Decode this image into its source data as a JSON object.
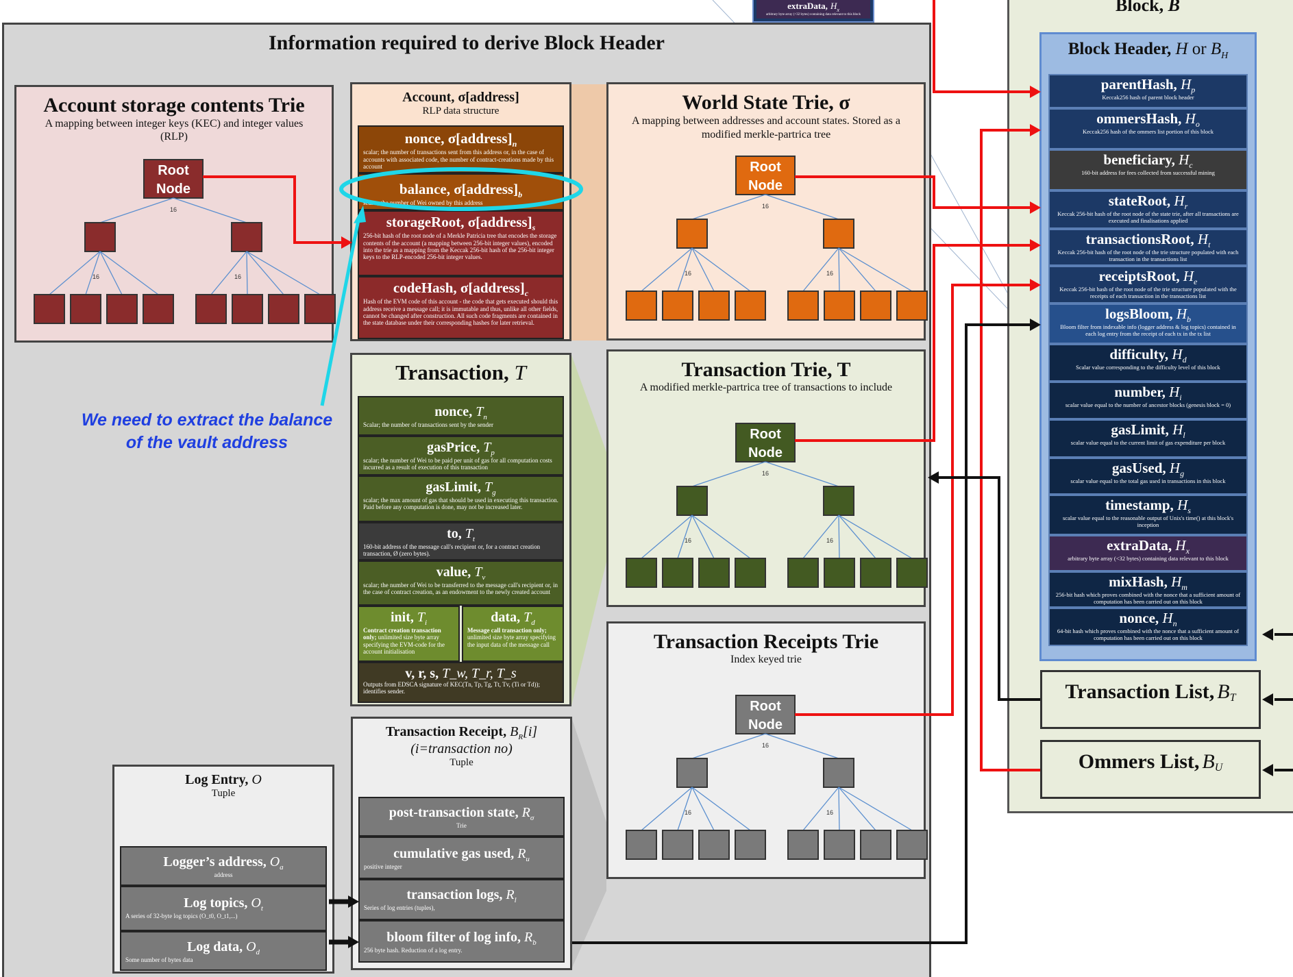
{
  "main_title": "Information required to derive Block Header",
  "storage_trie": {
    "title": "Account storage contents Trie",
    "subtitle": "A mapping between integer keys (KEC) and integer values (RLP)",
    "root_line1": "Root",
    "root_line2": "Node",
    "fan": "16"
  },
  "account": {
    "title": "Account, σ[address]",
    "subtitle": "RLP data structure",
    "fields": [
      {
        "name": "nonce, σ[address]",
        "sub": "n",
        "desc": "scalar; the number of transactions sent from this address or, in the case of accounts with associated code, the number of contract-creations made by this account"
      },
      {
        "name": "balance, σ[address]",
        "sub": "b",
        "desc": "scalar; the number of Wei owned by this address"
      },
      {
        "name": "storageRoot, σ[address]",
        "sub": "s",
        "desc": "256-bit hash of the root node of a Merkle Patricia tree that encodes the storage contents of the account (a mapping between 256-bit integer values), encoded into the trie as a mapping from the Keccak 256-bit hash of the 256-bit integer keys to the RLP-encoded 256-bit integer values."
      },
      {
        "name": "codeHash, σ[address]",
        "sub": "c",
        "desc": "Hash of the EVM code of this account - the code that gets executed should this address receive a message call; it is immutable and thus, unlike all other fields, cannot be changed after construction. All such code fragments are contained in the state database under their corresponding hashes for later retrieval."
      }
    ]
  },
  "world_state": {
    "title": "World State Trie, σ",
    "subtitle": "A mapping between addresses and account states. Stored as a modified merkle-partrica tree",
    "root_line1": "Root",
    "root_line2": "Node",
    "fan": "16"
  },
  "transaction": {
    "title": "Transaction,",
    "title_sym": "T",
    "fields": [
      {
        "name": "nonce,",
        "sym": "T",
        "sub": "n",
        "desc": "Scalar; the number of transactions sent by the sender"
      },
      {
        "name": "gasPrice,",
        "sym": "T",
        "sub": "p",
        "desc": "scalar; the number of Wei to be paid per unit of gas for all computation costs incurred as a result of execution of this transaction"
      },
      {
        "name": "gasLimit,",
        "sym": "T",
        "sub": "g",
        "desc": "scalar; the max amount of gas that should be used in executing this transaction. Paid before any computation is done, may not be increased later."
      },
      {
        "name": "to,",
        "sym": "T",
        "sub": "t",
        "desc": "160-bit address of the message call's recipient or, for a contract creation transaction, Ø (zero bytes)."
      },
      {
        "name": "value,",
        "sym": "T",
        "sub": "v",
        "desc": "scalar; the number of Wei to be transferred to the message call's recipient or, in the case of contract creation, as an endowment to the newly created account"
      }
    ],
    "init": {
      "name": "init,",
      "sym": "T",
      "sub": "i",
      "bold": "Contract creation transaction only;",
      "desc": " unlimited size byte array specifying the EVM-code for the account initialisation"
    },
    "data": {
      "name": "data,",
      "sym": "T",
      "sub": "d",
      "bold": "Message call transaction only;",
      "desc": " unlimited size byte array specifying the input data of the message call"
    },
    "vrs": {
      "name": "v, r, s,",
      "syms": "T_w, T_r, T_s",
      "desc": "Outputs from EDSCA signature of KEC(Tn, Tp, Tg, Tt, Tv, (Ti or Td)); identifies sender."
    }
  },
  "tx_trie": {
    "title": "Transaction Trie, T",
    "subtitle": "A modified merkle-partrica tree of transactions to include",
    "root_line1": "Root",
    "root_line2": "Node",
    "fan": "16"
  },
  "receipts_trie": {
    "title": "Transaction Receipts Trie",
    "subtitle": "Index keyed trie",
    "root_line1": "Root",
    "root_line2": "Node",
    "fan": "16"
  },
  "receipt": {
    "title": "Transaction Receipt,",
    "title_sym": "B",
    "title_sub": "R",
    "title_idx": "[i]",
    "line2": "(i=transaction no)",
    "subtitle": "Tuple",
    "fields": [
      {
        "name": "post-transaction state,",
        "sym": "R",
        "sub": "σ",
        "desc": "Trie"
      },
      {
        "name": "cumulative gas used,",
        "sym": "R",
        "sub": "u",
        "desc": "positive integer"
      },
      {
        "name": "transaction logs,",
        "sym": "R",
        "sub": "l",
        "desc": "Series of log entries (tuples),"
      },
      {
        "name": "bloom filter of log info,",
        "sym": "R",
        "sub": "b",
        "desc": "256 byte hash. Reduction of a log entry."
      }
    ]
  },
  "log_entry": {
    "title": "Log Entry,",
    "title_sym": "O",
    "subtitle": "Tuple",
    "fields": [
      {
        "name": "Logger’s address,",
        "sym": "O",
        "sub": "a",
        "desc": "address"
      },
      {
        "name": "Log topics,",
        "sym": "O",
        "sub": "t",
        "desc": "A series of 32-byte log topics (O_t0, O_t1,...)"
      },
      {
        "name": "Log data,",
        "sym": "O",
        "sub": "d",
        "desc": "Some number of bytes data"
      }
    ]
  },
  "annotation": {
    "line1": "We need to extract the balance",
    "line2": "of the vault address",
    "color": "#1f3fe0",
    "highlight_color": "#1fd6e8"
  },
  "block": {
    "title": "Block,",
    "title_sym": "B",
    "header_title": "Block Header,",
    "header_sym": "H",
    "header_or": "or",
    "header_sym2": "B",
    "header_sub2": "H",
    "header_fields": [
      {
        "name": "parentHash,",
        "sym": "H",
        "sub": "p",
        "desc": "Keccak256 hash of parent block header",
        "color": "#1c3966"
      },
      {
        "name": "ommersHash,",
        "sym": "H",
        "sub": "o",
        "desc": "Keccak256 hash of the ommers list portion of this block",
        "color": "#1c3966"
      },
      {
        "name": "beneficiary,",
        "sym": "H",
        "sub": "c",
        "desc": "160-bit address for fees collected from successful mining",
        "color": "#3b3b3b"
      },
      {
        "name": "stateRoot,",
        "sym": "H",
        "sub": "r",
        "desc": "Keccak 256-bit hash of the root node of the state trie, after all transactions are executed and finalisations applied",
        "color": "#1c3966"
      },
      {
        "name": "transactionsRoot,",
        "sym": "H",
        "sub": "t",
        "desc": "Keccak 256-bit hash of the root node of the trie structure populated with each transaction in the transactions list",
        "color": "#1c3966"
      },
      {
        "name": "receiptsRoot,",
        "sym": "H",
        "sub": "e",
        "desc": "Keccak 256-bit hash of the root node of the trie structure populated with the receipts of each transaction in the transactions list",
        "color": "#1c3966"
      },
      {
        "name": "logsBloom,",
        "sym": "H",
        "sub": "b",
        "desc": "Bloom filter from indexable info (logger address & log topics) contained in each log entry from the receipt of each tx in the tx list",
        "color": "#26508c"
      },
      {
        "name": "difficulty,",
        "sym": "H",
        "sub": "d",
        "desc": "Scalar value corresponding to the difficulty level of this block",
        "color": "#0f2645"
      },
      {
        "name": "number,",
        "sym": "H",
        "sub": "i",
        "desc": "scalar value equal to the number of ancestor blocks (genesis block = 0)",
        "color": "#0f2645"
      },
      {
        "name": "gasLimit,",
        "sym": "H",
        "sub": "l",
        "desc": "scalar value equal to the current limit of gas expenditure per block",
        "color": "#0f2645"
      },
      {
        "name": "gasUsed,",
        "sym": "H",
        "sub": "g",
        "desc": "scalar value equal to the total gas used in transactions in this block",
        "color": "#0f2645"
      },
      {
        "name": "timestamp,",
        "sym": "H",
        "sub": "s",
        "desc": "scalar value equal to the reasonable output of Unix's time() at this block's inception",
        "color": "#0f2645"
      },
      {
        "name": "extraData,",
        "sym": "H",
        "sub": "x",
        "desc": "arbitrary byte array (<32 bytes) containing data relevant to this block",
        "color": "#3d2a52"
      },
      {
        "name": "mixHash,",
        "sym": "H",
        "sub": "m",
        "desc": "256-bit hash which proves combined with the nonce that a sufficient amount of computation has been carried out on this block",
        "color": "#0f2645"
      },
      {
        "name": "nonce,",
        "sym": "H",
        "sub": "n",
        "desc": "64-bit hash which proves combined with the nonce that a sufficient amount of computation has been carried out on this block",
        "color": "#0f2645"
      }
    ],
    "tx_list": {
      "name": "Transaction List,",
      "sym": "B",
      "sub": "T"
    },
    "ommers_list": {
      "name": "Ommers List,",
      "sym": "B",
      "sub": "U"
    }
  },
  "top_snippet": {
    "line1": "extraData,",
    "sym": "H",
    "sub": "x",
    "desc": "arbitrary byte array (<32 bytes) containing data relevant to this block"
  },
  "colors": {
    "storage_node": "#8a2c2c",
    "world_node": "#e06a10",
    "tx_node": "#435a22",
    "receipt_node": "#7a7a7a",
    "red_arrow": "#ee1111",
    "header_bg": "#5f8bd0"
  }
}
